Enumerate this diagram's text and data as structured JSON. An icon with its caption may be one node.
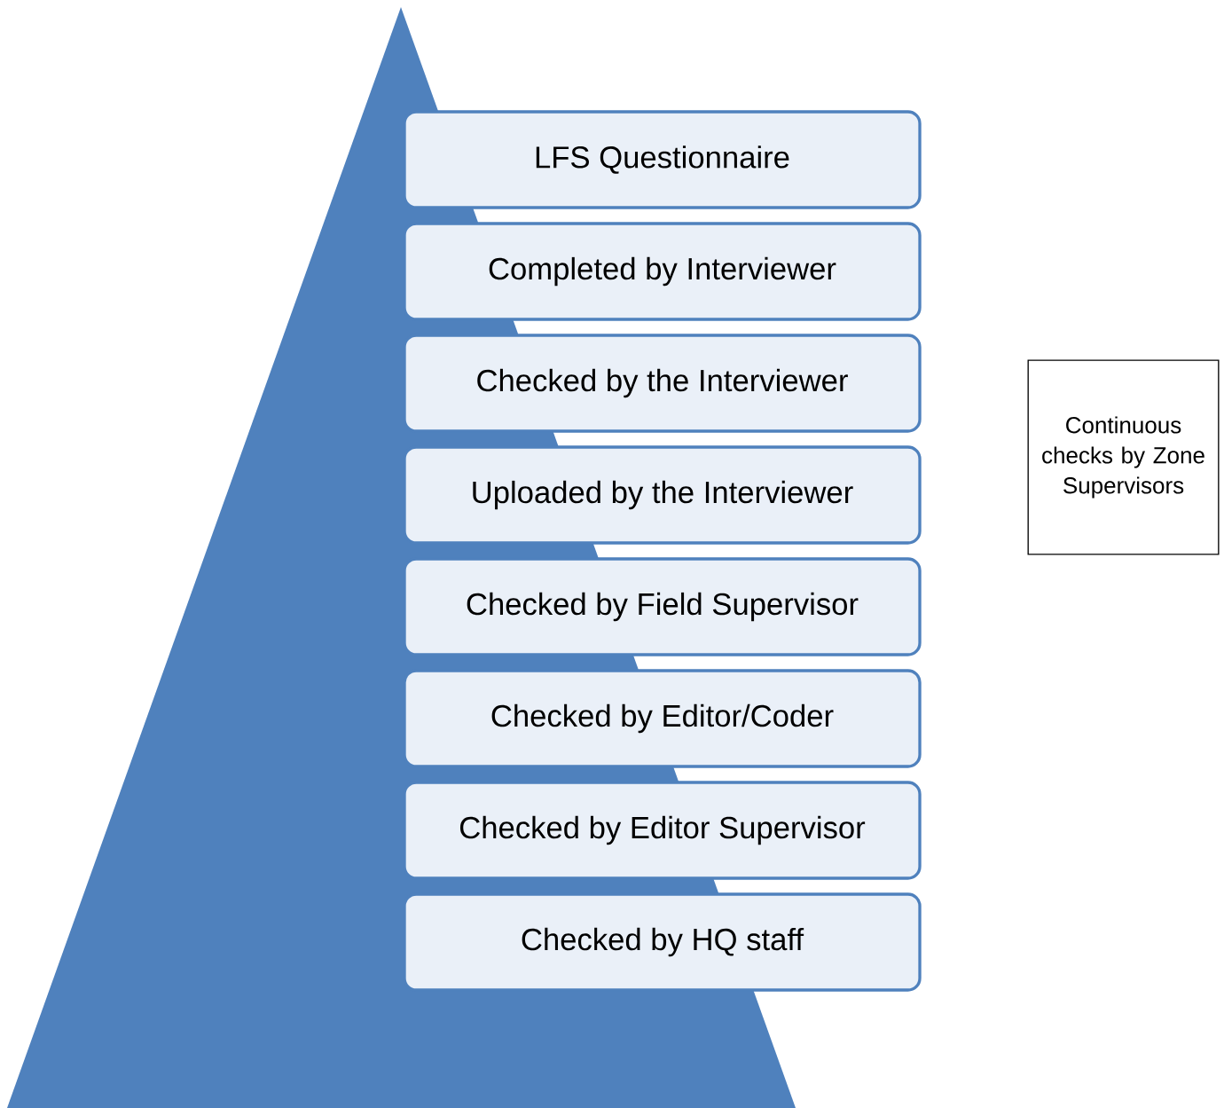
{
  "diagram": {
    "nodes": [
      {
        "text": [
          "LFS Questionnaire"
        ]
      },
      {
        "text": [
          "Completed by Interviewer"
        ]
      },
      {
        "text": [
          "Checked by the Interviewer"
        ]
      },
      {
        "text": [
          "Uploaded by the Interviewer"
        ]
      },
      {
        "text": [
          "Checked by Field Supervisor"
        ]
      },
      {
        "text": [
          "Checked by Editor/Coder"
        ]
      },
      {
        "text": [
          "Checked by Editor Supervisor"
        ]
      },
      {
        "text": [
          "Checked by HQ staff"
        ]
      },
      {
        "text": [
          "Continuous checks by Zone Supervisors"
        ]
      }
    ]
  }
}
